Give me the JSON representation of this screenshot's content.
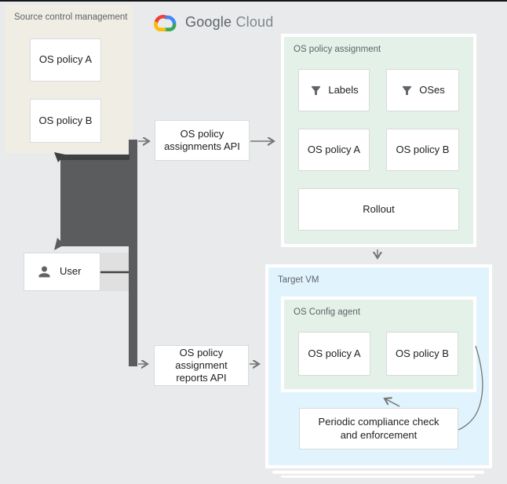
{
  "page": {
    "background": "#E8EAEC",
    "top_border_color": "#161616"
  },
  "logo": {
    "primary": "Google",
    "secondary": "Cloud",
    "icon_colors": {
      "blue": "#4285F4",
      "red": "#EA4335",
      "yellow": "#FBBC04",
      "green": "#34A853"
    }
  },
  "source_control": {
    "label": "Source control management",
    "bg": "#F0EDE5",
    "items": [
      {
        "label": "OS policy A"
      },
      {
        "label": "OS policy B"
      }
    ]
  },
  "user": {
    "label": "User",
    "icon": "person-icon"
  },
  "apis": {
    "assignments": {
      "label": "OS policy assignments API"
    },
    "reports": {
      "label": "OS policy assignment reports API"
    }
  },
  "policy_assignment": {
    "label": "OS policy assignment",
    "bg": "#E3F1E8",
    "filters": [
      {
        "icon": "filter-icon",
        "label": "Labels"
      },
      {
        "icon": "filter-icon",
        "label": "OSes"
      }
    ],
    "policies": [
      {
        "label": "OS policy A"
      },
      {
        "label": "OS policy B"
      }
    ],
    "rollout": {
      "label": "Rollout"
    }
  },
  "target_vm": {
    "label": "Target VM",
    "bg": "#E1F4FE",
    "agent": {
      "label": "OS Config agent",
      "bg": "#E3F1E8",
      "policies": [
        {
          "label": "OS policy A"
        },
        {
          "label": "OS policy B"
        }
      ]
    },
    "periodic": {
      "label": "Periodic compliance check and enforcement"
    }
  },
  "connectors": {
    "pipe_color": "#5A5C5E",
    "pipe_dark_color": "#3E4042",
    "arrow_color": "#757575"
  }
}
